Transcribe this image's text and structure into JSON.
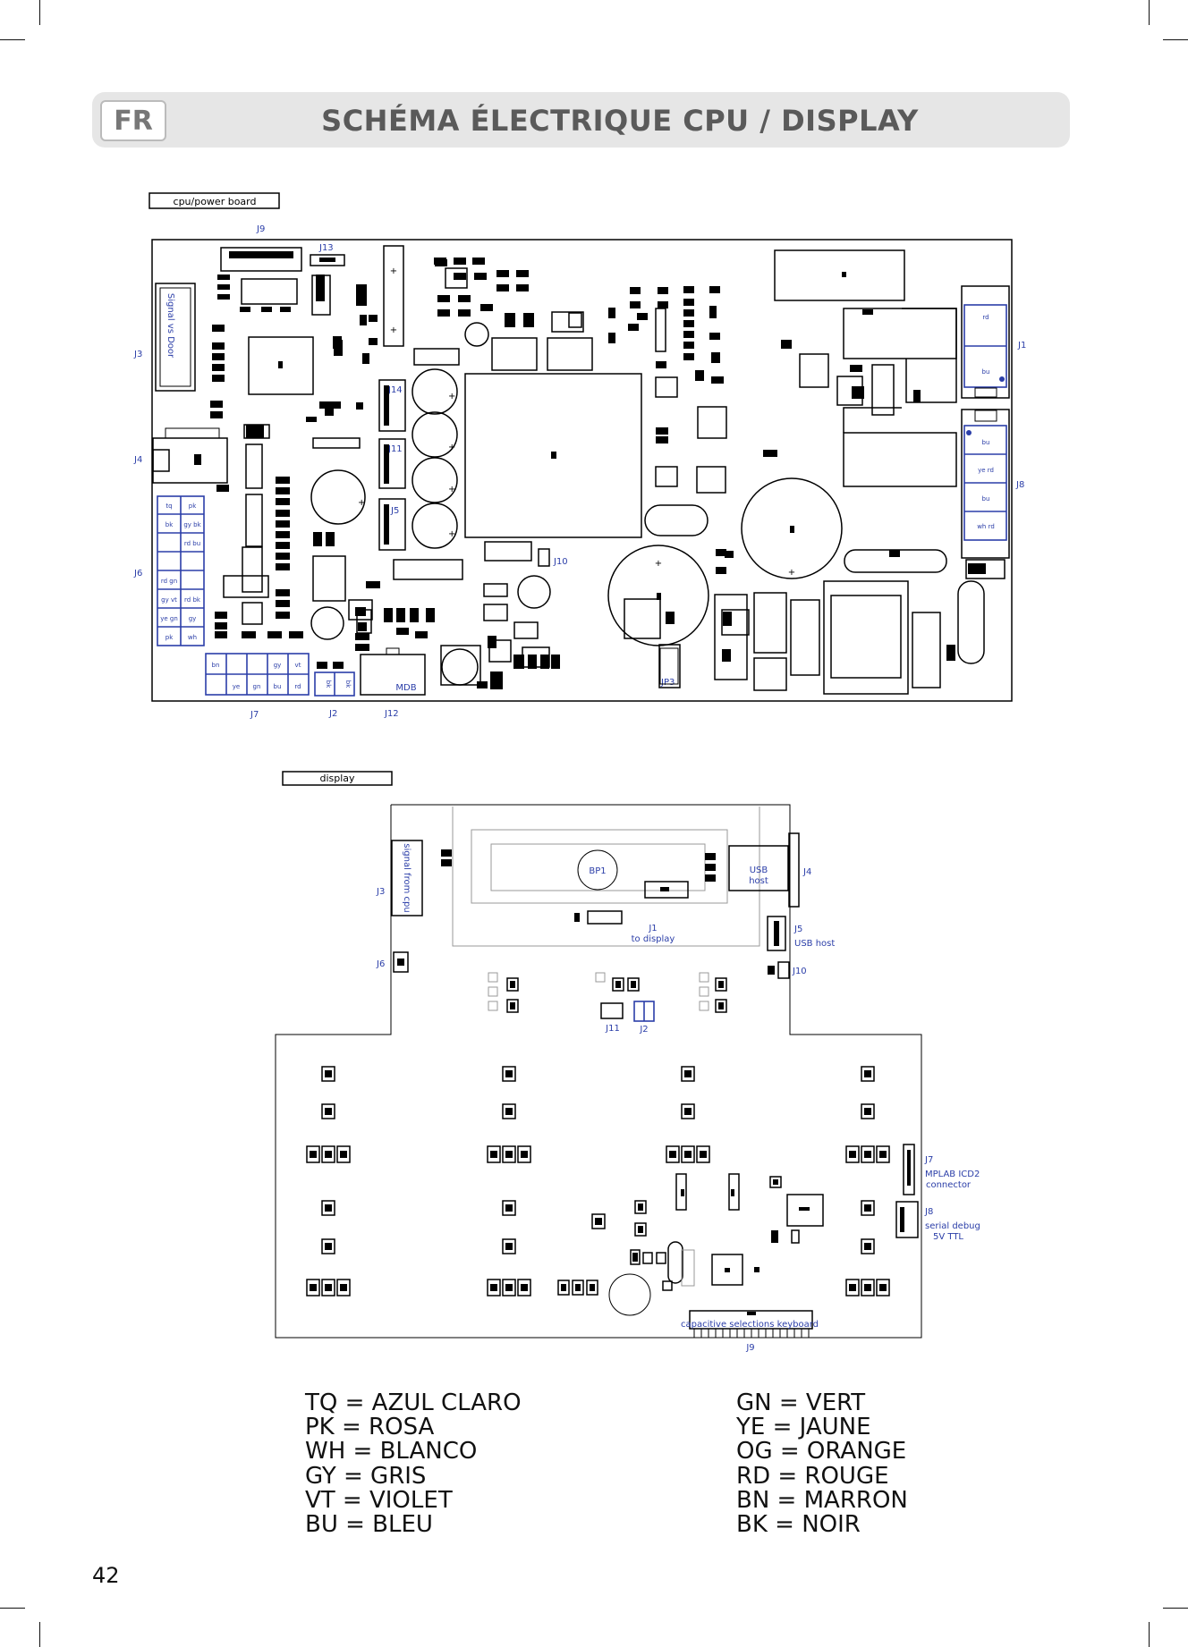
{
  "header": {
    "lang": "FR",
    "title": "SCHÉMA ÉLECTRIQUE CPU / DISPLAY"
  },
  "cpu_board": {
    "label": "cpu/power board",
    "connectors": {
      "j9": "J9",
      "j13": "J13",
      "j3": "J3",
      "j4": "J4",
      "j6": "J6",
      "j7": "J7",
      "j2": "J2",
      "j12": "J12",
      "j14": "J14",
      "j11": "J11",
      "j5": "J5",
      "j10": "J10",
      "jp3": "JP3",
      "j1": "J1",
      "j8": "J8",
      "mdb": "MDB"
    },
    "signal_vs_door": "Signal vs Door",
    "j1_pins": [
      "rd",
      "bu"
    ],
    "j8_pins": [
      "bu",
      "ye rd",
      "bu",
      "wh rd"
    ],
    "j6_pins": [
      [
        "tq",
        "pk"
      ],
      [
        "bk",
        "gy bk"
      ],
      [
        "",
        "rd bu"
      ],
      [
        "",
        ""
      ],
      [
        "rd gn",
        ""
      ],
      [
        "gy vt",
        "rd bk"
      ],
      [
        "ye gn",
        "gy"
      ],
      [
        "pk",
        "wh"
      ]
    ],
    "j7_top": [
      "bn",
      "",
      "",
      "gy",
      "vt"
    ],
    "j7_bottom": [
      "",
      "ye",
      "gn",
      "bu",
      "rd"
    ],
    "j2_pins": [
      "bk",
      "bk"
    ]
  },
  "display_board": {
    "label": "display",
    "j3": "J3",
    "signal_from_cpu": "signal from cpu",
    "j6": "J6",
    "bp1": "BP1",
    "usb": "USB",
    "host": "host",
    "j4": "J4",
    "j1": "J1",
    "to_display": "to display",
    "j5": "J5",
    "usb_host": "USB host",
    "j10": "J10",
    "j11": "J11",
    "j2": "J2",
    "j7": "J7",
    "mplab_line1": "MPLAB ICD2",
    "mplab_line2": "connector",
    "j8": "J8",
    "serial_line1": "serial debug",
    "serial_line2": "5V TTL",
    "j9": "J9",
    "keyboard": "capacitive selections keyboard"
  },
  "legend": {
    "left": [
      "TQ = AZUL CLARO",
      "PK = ROSA",
      "WH = BLANCO",
      "GY = GRIS",
      "VT = VIOLET",
      "BU = BLEU"
    ],
    "right": [
      "GN = VERT",
      "YE = JAUNE",
      "OG = ORANGE",
      "RD = ROUGE",
      "BN = MARRON",
      "BK = NOIR"
    ]
  },
  "page_number": "42",
  "colors": {
    "header_bg": "#e6e6e6",
    "title": "#5a5a5a",
    "connector_blue": "#2b3ea8"
  }
}
